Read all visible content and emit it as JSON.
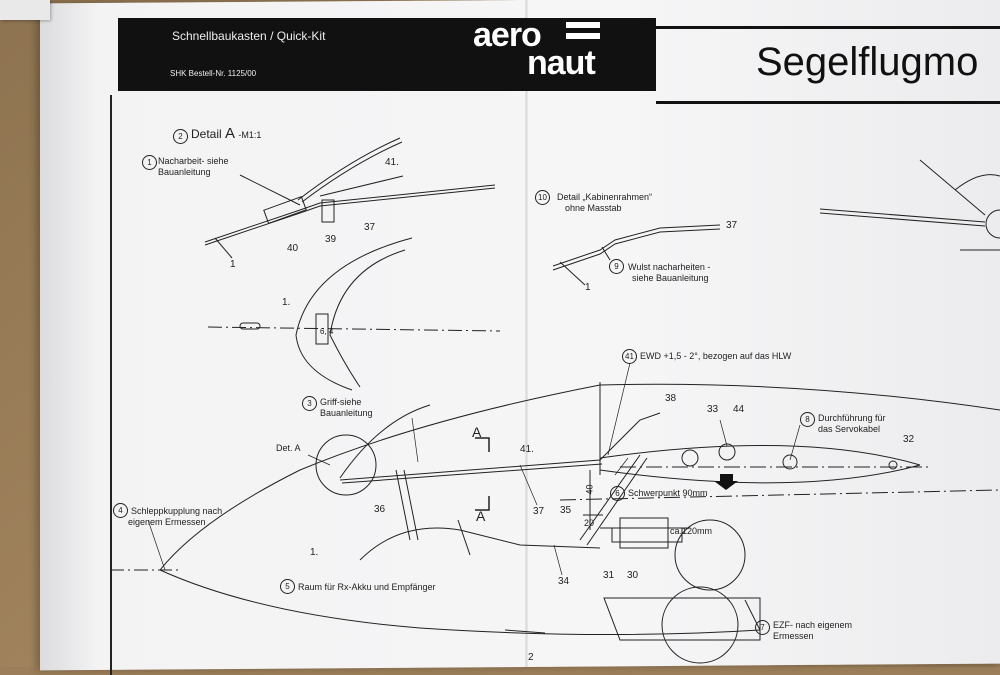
{
  "header": {
    "kit_line": "Schnellbaukasten / Quick-Kit",
    "order_line": "SHK Bestell-Nr. 1125/00",
    "brand_top": "aero",
    "brand_bottom": "naut",
    "title": "Segelflugmo"
  },
  "detail_a": {
    "circle": "2",
    "title": "Detail",
    "title_letter": "A",
    "scale": "-M1:1",
    "note_circle": "1",
    "note_line1": "Nacharbeit- siehe",
    "note_line2": "Bauanleitung",
    "part_41": "41.",
    "part_40": "40",
    "part_39": "39",
    "part_37": "37",
    "part_1": "1"
  },
  "canopy_section": {
    "part_1": "1.",
    "dim": "6, 4"
  },
  "detail_cabin": {
    "circle": "10",
    "line1": "Detail „Kabinenrahmen“",
    "line2": "ohne Masstab",
    "part_37": "37",
    "part_1": "1",
    "note_circle": "9",
    "note_line1": "Wulst nacharheiten -",
    "note_line2": "siehe Bauanleitung"
  },
  "fuselage": {
    "ewd_circle": "41",
    "ewd_text": "EWD +1,5 - 2°, bezogen auf das HLW",
    "grip_circle": "3",
    "grip_line1": "Griff-siehe",
    "grip_line2": "Bauanleitung",
    "det_a": "Det. A",
    "section_a_top": "A",
    "section_a_bottom": "A",
    "part_41": "41.",
    "part_38": "38",
    "part_33": "33",
    "part_44": "44",
    "servo_circle": "8",
    "servo_line1": "Durchführung für",
    "servo_line2": "das Servokabel",
    "part_32": "32",
    "cg_circle": "6",
    "cg_text": "Schwerpunkt 90mm",
    "dim_40": "40",
    "dim_20": "20",
    "dim_120": "ca.120mm",
    "part_35": "35",
    "part_36": "36",
    "part_37": "37",
    "tow_circle": "4",
    "tow_line1": "Schleppkupplung nach",
    "tow_line2": "eigenem Ermessen",
    "part_1": "1.",
    "rx_circle": "5",
    "rx_text": "Raum für Rx-Akku und Empfänger",
    "part_34": "34",
    "part_31": "31",
    "part_30": "30",
    "ezf_circle": "7",
    "ezf_line1": "EZF- nach eigenem",
    "ezf_line2": "Ermessen",
    "part_2": "2"
  }
}
